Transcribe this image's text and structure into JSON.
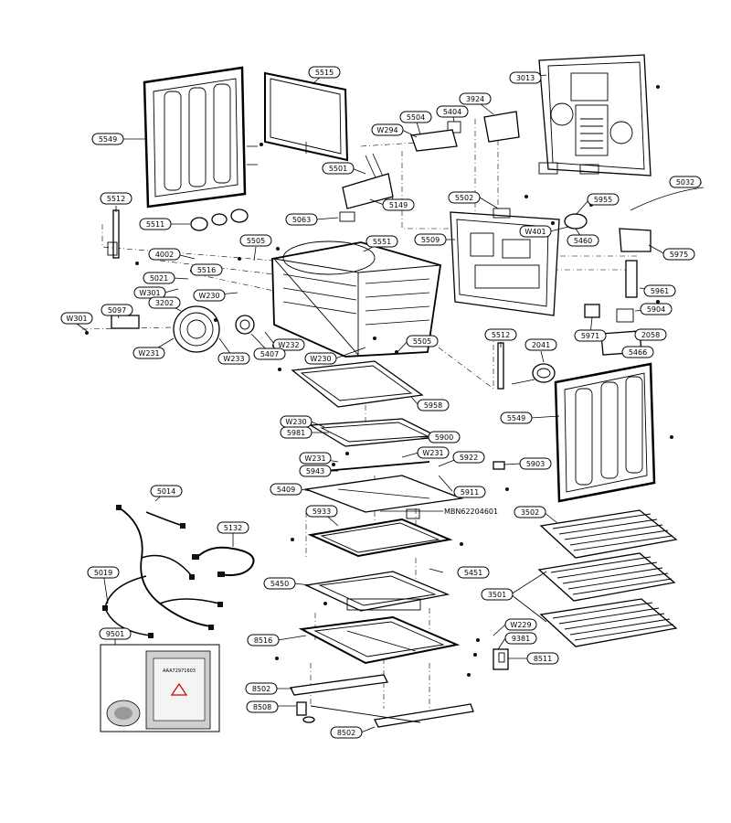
{
  "labels": {
    "l5515": "5515",
    "l3013": "3013",
    "l5549a": "5549",
    "l3924": "3924",
    "l5404": "5404",
    "l5504": "5504",
    "lW294": "W294",
    "l5501": "5501",
    "l5032": "5032",
    "l5512a": "5512",
    "l5149": "5149",
    "l5502": "5502",
    "l5955": "5955",
    "l5063": "5063",
    "l5511": "5511",
    "l5551": "5551",
    "l5509": "5509",
    "lW401": "W401",
    "l5460": "5460",
    "l5505a": "5505",
    "l5975": "5975",
    "l4002": "4002",
    "l5516": "5516",
    "l5021": "5021",
    "lW301a": "W301",
    "lW230a": "W230",
    "l5961": "5961",
    "l3202": "3202",
    "l5097": "5097",
    "l5904": "5904",
    "lW301b": "W301",
    "lW232": "W232",
    "l5971": "5971",
    "l2058": "2058",
    "l5407": "5407",
    "lW231a": "W231",
    "lW233": "W233",
    "l5505b": "5505",
    "l5512b": "5512",
    "l2041": "2041",
    "l5466": "5466",
    "lW230b": "W230",
    "l5958": "5958",
    "l5549b": "5549",
    "lW230c": "W230",
    "l5981": "5981",
    "l5900": "5900",
    "lW231b": "W231",
    "lW231c": "W231",
    "l5922": "5922",
    "l5903": "5903",
    "l5943": "5943",
    "l5911": "5911",
    "l5014": "5014",
    "l5409": "5409",
    "l5933": "5933",
    "l3502": "3502",
    "l5132": "5132",
    "l5451": "5451",
    "l5019": "5019",
    "l5450": "5450",
    "l3501": "3501",
    "l9501": "9501",
    "lW229": "W229",
    "l8516": "8516",
    "l9381": "9381",
    "l8511": "8511",
    "l8502a": "8502",
    "l8508": "8508",
    "l8502b": "8502"
  },
  "part_number": "MBN62204601",
  "bag_text": "AAA72971603"
}
